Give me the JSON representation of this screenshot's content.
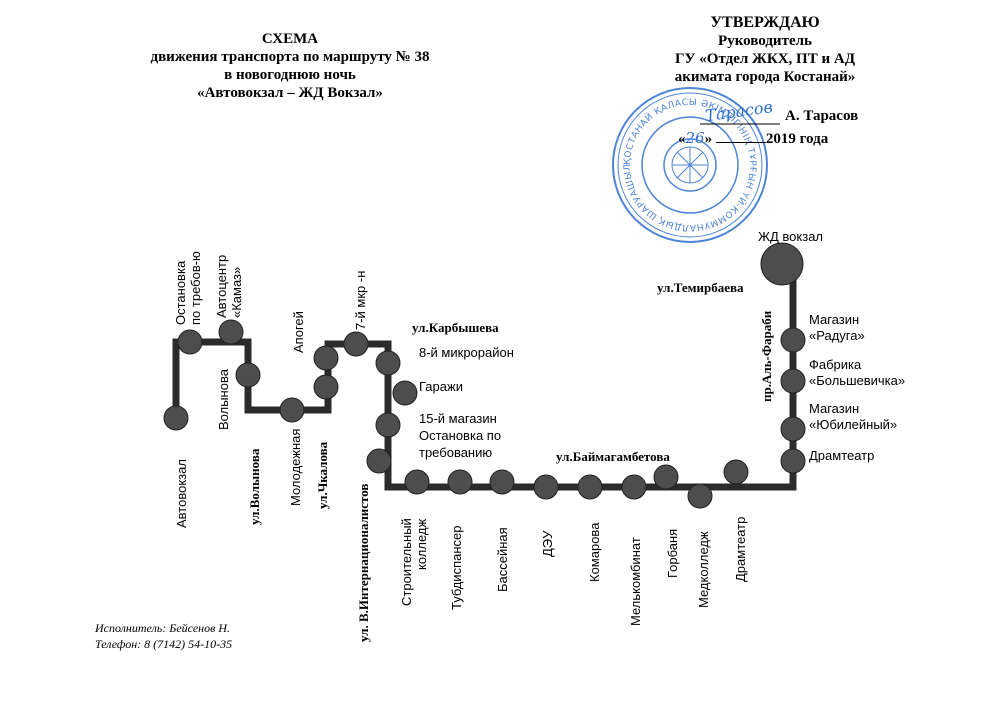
{
  "header": {
    "title": "СХЕМА",
    "subtitle_line1": "движения  транспорта по маршруту № 38",
    "subtitle_line2": "в новогоднюю ночь",
    "subtitle_line3": "«Автовокзал – ЖД Вокзал»"
  },
  "approval": {
    "line1": "УТВЕРЖДАЮ",
    "line2": "Руководитель",
    "line3": "ГУ «Отдел ЖКХ, ПТ и АД",
    "line4": "акимата города Костанай»",
    "signer": "А. Тарасов",
    "date_prefix": "«",
    "date_day": "26",
    "date_suffix": "» ",
    "date_year": "2019 года",
    "signature_text": "Тарасов"
  },
  "seal": {
    "ring_text": "ҚОСТАНАЙ ҚАЛАСЫ ӘКІМДІГІНІҢ ТҰРҒЫН ҮЙ-КОММУНАЛДЫҚ ШАРУАШЫЛЫҚ, ЖОЛАУШЫЛАР КӨЛІГІ ЖӘНЕ АВТОМОБИЛЬ ЖОЛДАРЫ БӨЛІМІ",
    "color": "#2f6fd0"
  },
  "stops": {
    "avtovokzal": "Автовокзал",
    "ostanovka_trebov": [
      "Остановка",
      "по требов-ю"
    ],
    "avtocentr": [
      "Автоцентр",
      "«Камаз»"
    ],
    "volynova": "Волынова",
    "apogey": "Апогей",
    "molodezhnaya": "Молодежная",
    "mkr7": "7-й мкр -н",
    "mkr8": "8-й микрорайон",
    "garazhi": "Гаражи",
    "magazin15": "15-й магазин",
    "ostanovka_po_trebovaniyu": [
      "Остановка по",
      "требованию"
    ],
    "stroitelny": [
      "Строительный",
      "колледж"
    ],
    "tubdispanser": "Тубдиспансер",
    "basseinaya": "Бассейная",
    "deu": "ДЭУ",
    "komarova": "Комарова",
    "melkombinat": "Мелькомбинат",
    "gorbanya": "Горбаня",
    "medkolledzh": "Медколледж",
    "dramteatr_bottom": "Драмтеатр",
    "dramteatr_right": "Драмтеатр",
    "yubileyny": [
      "Магазин",
      "«Юбилейный»"
    ],
    "bolshevichka": [
      "Фабрика",
      "«Большевичка»"
    ],
    "raduga": [
      "Магазин",
      "«Радуга»"
    ],
    "zhd_vokzal": "ЖД вокзал"
  },
  "streets": {
    "volynova": "ул.Волынова",
    "chkalova": "ул.Чкалова",
    "internatsionalistov": "ул. В.Интернационалистов",
    "karbysheva": "ул.Карбышева",
    "baimagambetova": "ул.Баймагамбетова",
    "temirbaeva": "ул.Темирбаева",
    "al_farabi": "пр.Аль-Фараби"
  },
  "footer": {
    "executor": "Исполнитель: Бейсенов Н.",
    "phone": "Телефон: 8 (7142) 54-10-35"
  },
  "colors": {
    "route": "#2b2b2b",
    "stop_fill": "#4d4d4d",
    "stop_stroke": "#222222",
    "seal": "#2f6fd0"
  }
}
